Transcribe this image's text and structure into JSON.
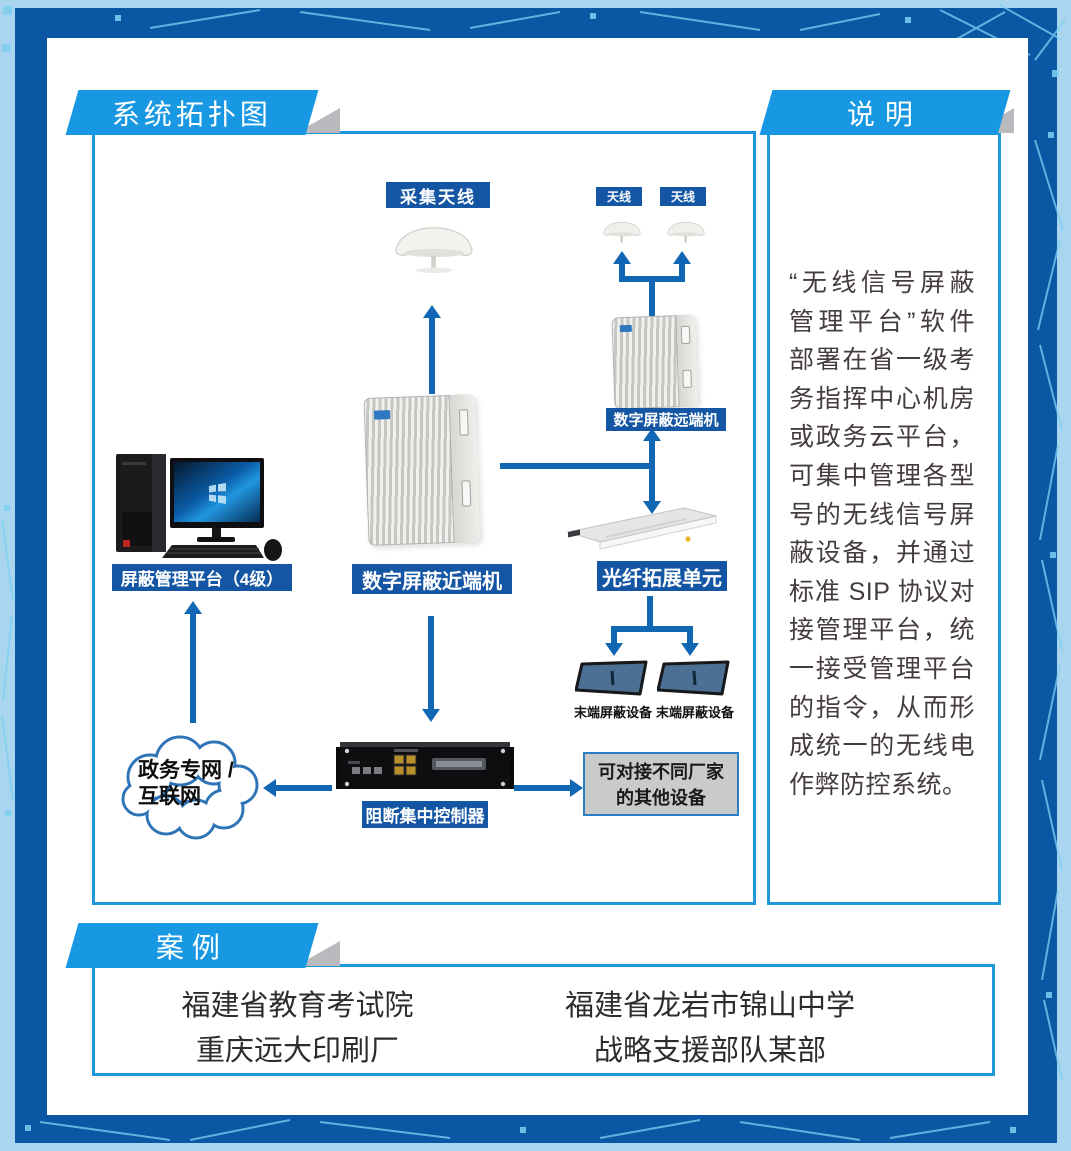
{
  "banners": {
    "topology": "系统拓扑图",
    "notes": "说明",
    "cases": "案例"
  },
  "notes": {
    "paragraph": "“无线信号屏蔽管理平台”软件部署在省一级考务指挥中心机房或政务云平台，可集中管理各型号的无线信号屏蔽设备，并通过标准 SIP 协议对接管理平台，统一接受管理平台的指令，从而形成统一的无线电作弊防控系统。"
  },
  "topology": {
    "collect_antenna_label": "采集天线",
    "antenna_label_1": "天线",
    "antenna_label_2": "天线",
    "remote_unit_label": "数字屏蔽远端机",
    "near_unit_label": "数字屏蔽近端机",
    "fiber_unit_label": "光纤拓展单元",
    "terminal_label_1": "末端屏蔽设备",
    "terminal_label_2": "末端屏蔽设备",
    "platform_label": "屏蔽管理平台（4级）",
    "controller_label": "阻断集中控制器",
    "cloud_label_line1": "政务专网 /",
    "cloud_label_line2": "互联网",
    "other_devices_line1": "可对接不同厂家",
    "other_devices_line2": "的其他设备"
  },
  "cases": {
    "items": [
      "福建省教育考试院",
      "重庆远大印刷厂",
      "福建省龙岩市锦山中学",
      "战略支援部队某部"
    ]
  },
  "colors": {
    "accent_blue": "#1898e2",
    "frame_blue": "#0b57a4",
    "label_navy": "#1456a4",
    "arrow_blue": "#1267b4",
    "light_blue_bg": "#a9d5ee",
    "box_border": "#1e96dc"
  }
}
